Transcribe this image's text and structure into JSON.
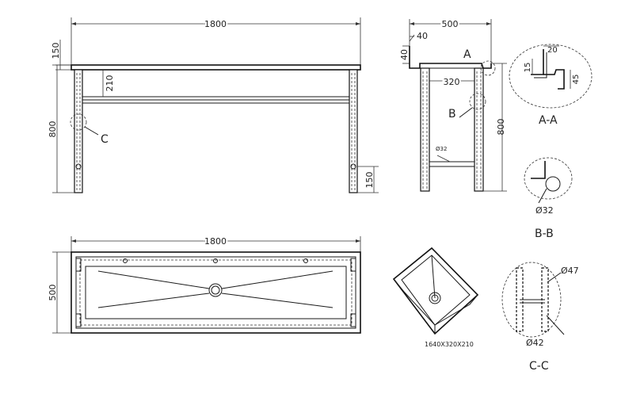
{
  "front_view": {
    "width_dim": "1800",
    "top_dim": "150",
    "depth_dim": "210",
    "height_dim": "800",
    "foot_dim": "150",
    "callout": "C"
  },
  "side_view": {
    "width_dim": "500",
    "rim_dim_h": "40",
    "rim_dim_v": "40",
    "inner_dim": "320",
    "height_dim": "800",
    "tube_label": "Ø32",
    "callout_a": "A",
    "callout_b": "B"
  },
  "plan_view": {
    "width_dim": "1800",
    "depth_dim": "500"
  },
  "detail_aa": {
    "dim_20": "20",
    "dim_15": "15",
    "dim_45": "45",
    "title": "A-A"
  },
  "detail_bb": {
    "dim": "Ø32",
    "title": "B-B"
  },
  "detail_cc": {
    "outer": "Ø47",
    "inner": "Ø42",
    "title": "C-C"
  },
  "iso_view": {
    "size_label": "1640X320X210"
  }
}
